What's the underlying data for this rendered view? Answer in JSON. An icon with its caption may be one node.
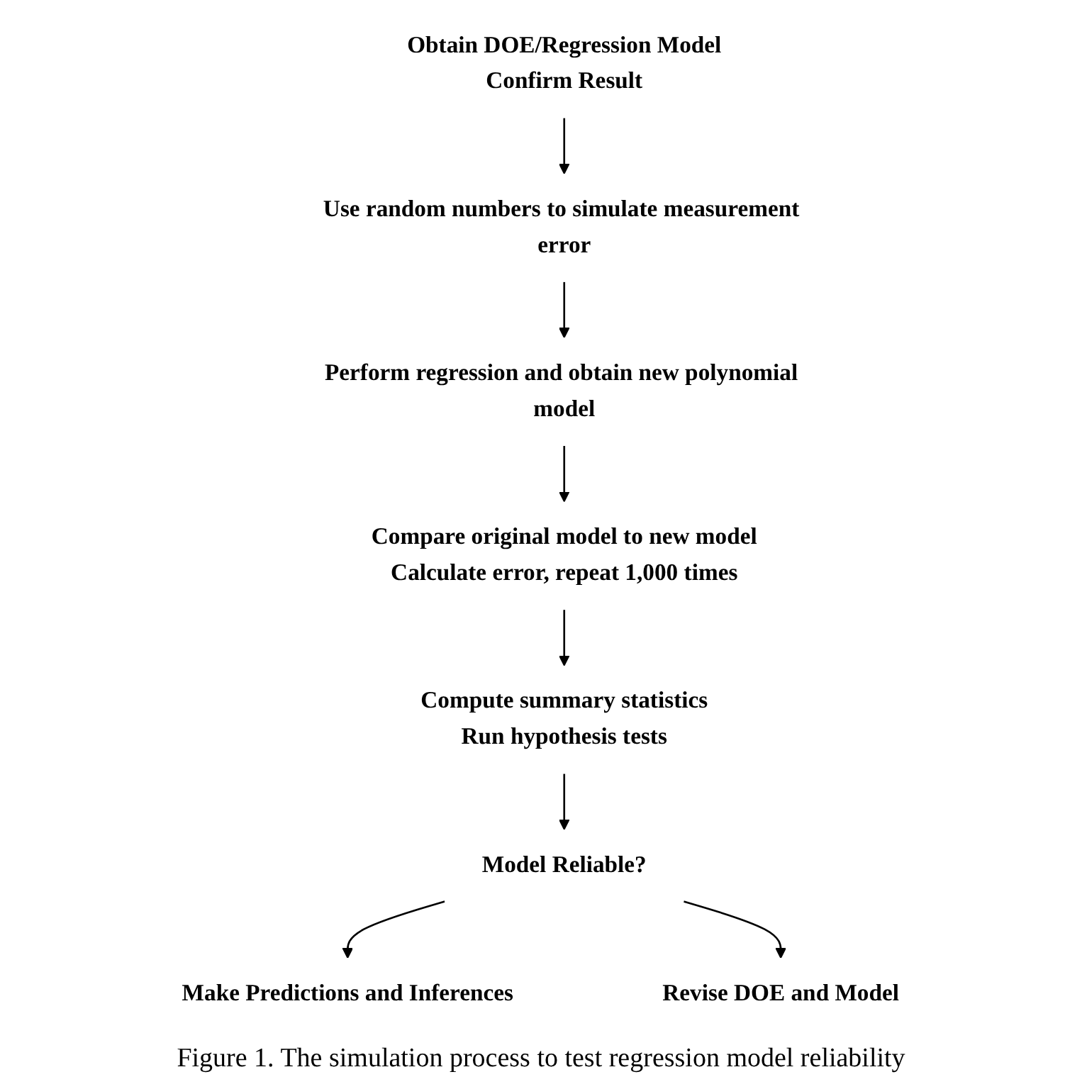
{
  "diagram": {
    "caption": "Figure 1. The simulation process to test regression model reliability",
    "nodes": [
      {
        "text": [
          "Obtain DOE/Regression Model",
          "Confirm Result"
        ]
      },
      {
        "text": [
          "Use random numbers to simulate measurement error"
        ]
      },
      {
        "text": [
          "Perform regression and obtain new polynomial model"
        ]
      },
      {
        "text": [
          "Compare original model to new model",
          "Calculate error, repeat 1,000 times"
        ]
      },
      {
        "text": [
          "Compute summary statistics",
          "Run hypothesis tests"
        ]
      },
      {
        "text": [
          "Model Reliable?"
        ]
      },
      {
        "text": [
          "Make Predictions and Inferences"
        ]
      },
      {
        "text": [
          "Revise DOE and Model"
        ]
      }
    ],
    "edges": [
      {
        "from": 0,
        "to": 1,
        "arrow": "to"
      },
      {
        "from": 1,
        "to": 2,
        "arrow": "to"
      },
      {
        "from": 2,
        "to": 3,
        "arrow": "to"
      },
      {
        "from": 3,
        "to": 4,
        "arrow": "to"
      },
      {
        "from": 4,
        "to": 5,
        "arrow": "to"
      },
      {
        "from": 5,
        "to": 6,
        "arrow": "to"
      },
      {
        "from": 5,
        "to": 7,
        "arrow": "to"
      }
    ]
  }
}
